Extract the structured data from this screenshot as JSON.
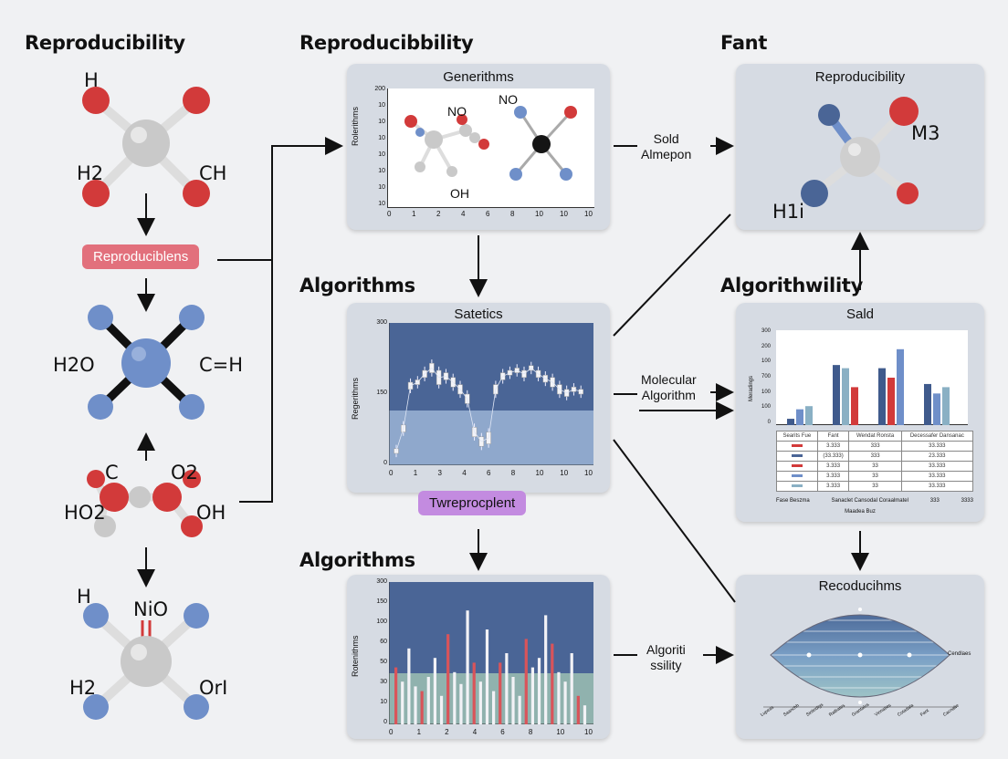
{
  "headings": {
    "col1": "Reproducibility",
    "col2_top": "Reproducibbility",
    "col2_mid": "Algorithms",
    "col2_bot": "Algorithms",
    "col3_top": "Fant",
    "col3_mid": "Algorithwility"
  },
  "left_column": {
    "mol1": {
      "a": "H",
      "b": "H2",
      "c": "CH"
    },
    "pill": "Reproduciblens",
    "mol2": {
      "a": "H2O",
      "b": "C=H"
    },
    "mol3": {
      "a": "C",
      "b": "O2",
      "c": "HO2",
      "d": "OH"
    },
    "mol4": {
      "a": "H",
      "b": "NiO",
      "c": "H2",
      "d": "OrI"
    }
  },
  "panels": {
    "p1": {
      "title": "Generithms",
      "ylabel": "Rolerithms",
      "mol_labels": {
        "a": "NO",
        "b": "OH",
        "c": "NO"
      },
      "yticks": [
        "200",
        "10",
        "10",
        "10",
        "10",
        "10",
        "10",
        "10"
      ],
      "xticks": [
        "0",
        "1",
        "2",
        "4",
        "6",
        "8",
        "10",
        "10",
        "10"
      ]
    },
    "p2": {
      "title": "Satetics",
      "ylabel": "Regerithms",
      "yticks": [
        "300",
        "150",
        "0"
      ],
      "xticks": [
        "0",
        "1",
        "3",
        "4",
        "6",
        "8",
        "10",
        "10",
        "10"
      ]
    },
    "p3": {
      "title": "",
      "ylabel": "Rotenithms",
      "yticks": [
        "300",
        "150",
        "100",
        "60",
        "50",
        "30",
        "10",
        "0"
      ],
      "xticks": [
        "0",
        "1",
        "2",
        "4",
        "6",
        "8",
        "10",
        "10"
      ]
    },
    "p4": {
      "title": "Reproducibility",
      "mol_labels": {
        "a": "M3",
        "b": "H1i"
      }
    },
    "p5": {
      "title": "Sald",
      "ylabel": "Meradings",
      "yticks": [
        "300",
        "200",
        "100",
        "700",
        "100",
        "100",
        "0"
      ],
      "table": {
        "headers": [
          "Searits Fue",
          "Fant",
          "Wendat Ronsta",
          "Decessafer Dansanac"
        ],
        "rows": [
          [
            "",
            "3.333",
            "333",
            "33.333"
          ],
          [
            "",
            "(33.333)",
            "333",
            "23.333"
          ],
          [
            "",
            "3.333",
            "33",
            "33.333"
          ],
          [
            "",
            "3.333",
            "33",
            "33.333"
          ],
          [
            "",
            "3.333",
            "33",
            "33.333"
          ]
        ],
        "footer": [
          "Fase Beszma",
          "Sanaclet Cansodal Coraalmatel",
          "333",
          "3333"
        ],
        "caption": "Maadea Buz"
      }
    },
    "p6": {
      "title": "Recoducihms",
      "side_label": "Cendlaes",
      "xlabels": [
        "Lupeas",
        "Saanchh",
        "Sinlindigs",
        "Ratbates",
        "Grantalos",
        "Vinnaties",
        "Cotadala",
        "Fant",
        "Cacnalte"
      ]
    }
  },
  "pills": {
    "mid1": "Twreprocplent"
  },
  "flow_labels": {
    "f1": [
      "Sold",
      "Almepon"
    ],
    "f2": [
      "Molecular",
      "Algorithm"
    ],
    "f3": [
      "Algoriti",
      "ssility"
    ]
  },
  "colors": {
    "red": "#d23a3a",
    "blue": "#6f8fc9",
    "grey": "#c8c8c8",
    "pink": "#e2707c",
    "purple": "#c38be0",
    "chart_dark": "#4a6596",
    "chart_light": "#8fa8cc",
    "chart_teal": "#90b2ae"
  },
  "series_p5": {
    "groups": [
      {
        "values": [
          20,
          50,
          60
        ]
      },
      {
        "values": [
          190,
          180,
          120
        ]
      },
      {
        "values": [
          180,
          150,
          240
        ]
      },
      {
        "values": [
          130,
          100,
          120
        ]
      }
    ]
  },
  "candles_p2": [
    [
      25,
      35
    ],
    [
      70,
      85
    ],
    [
      160,
      175
    ],
    [
      170,
      180
    ],
    [
      185,
      200
    ],
    [
      195,
      215
    ],
    [
      170,
      200
    ],
    [
      180,
      195
    ],
    [
      165,
      185
    ],
    [
      150,
      170
    ],
    [
      130,
      150
    ],
    [
      60,
      80
    ],
    [
      40,
      60
    ],
    [
      45,
      70
    ],
    [
      150,
      170
    ],
    [
      180,
      195
    ],
    [
      190,
      200
    ],
    [
      195,
      205
    ],
    [
      185,
      200
    ],
    [
      200,
      210
    ],
    [
      185,
      200
    ],
    [
      175,
      190
    ],
    [
      165,
      185
    ],
    [
      150,
      170
    ],
    [
      145,
      160
    ],
    [
      155,
      165
    ],
    [
      150,
      160
    ]
  ],
  "bars_p3": [
    120,
    90,
    160,
    80,
    70,
    100,
    140,
    60,
    190,
    110,
    85,
    240,
    130,
    90,
    200,
    70,
    130,
    150,
    100,
    60,
    180,
    120,
    140,
    230,
    170,
    110,
    90,
    150,
    60,
    40
  ]
}
